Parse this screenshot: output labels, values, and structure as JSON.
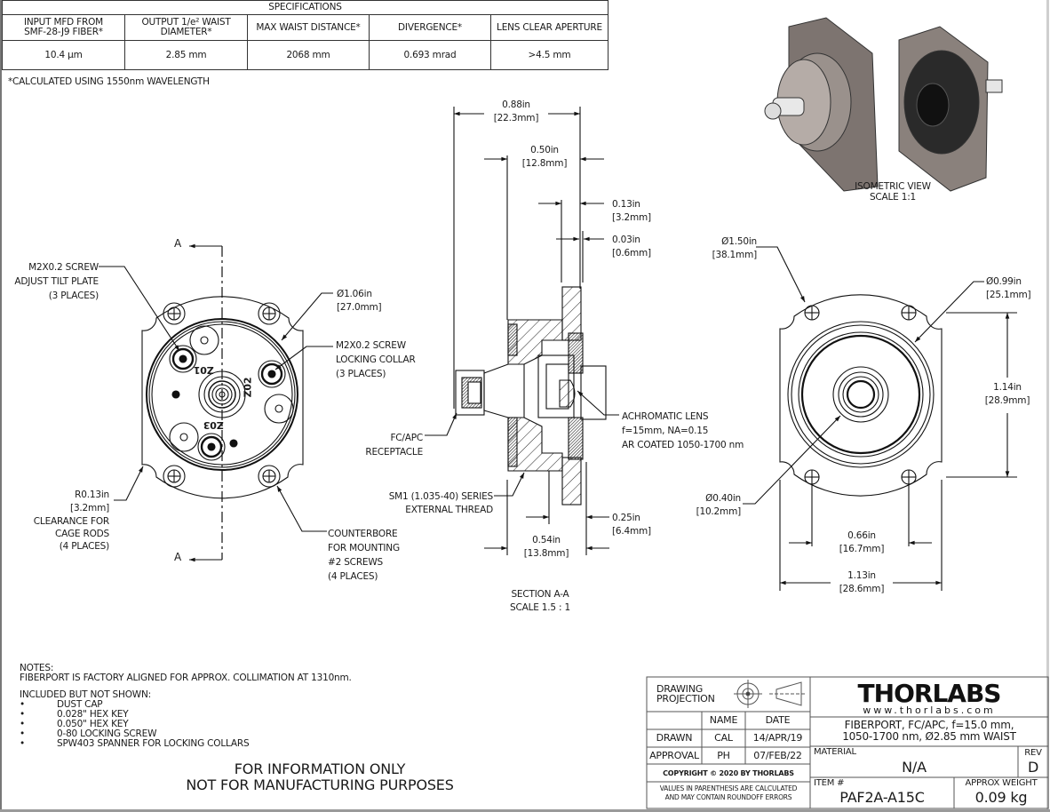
{
  "specifications": {
    "title": "SPECIFICATIONS",
    "columns": [
      {
        "header_line1": "INPUT MFD FROM",
        "header_line2": "SMF-28-J9 FIBER*",
        "value": "10.4 µm"
      },
      {
        "header_line1": "OUTPUT 1/e² WAIST",
        "header_line2": "DIAMETER*",
        "value": "2.85 mm"
      },
      {
        "header_line1": "MAX WAIST DISTANCE*",
        "header_line2": "",
        "value": "2068 mm"
      },
      {
        "header_line1": "DIVERGENCE*",
        "header_line2": "",
        "value": "0.693 mrad"
      },
      {
        "header_line1": "LENS CLEAR APERTURE",
        "header_line2": "",
        "value": ">4.5 mm"
      }
    ],
    "footnote": "*CALCULATED USING 1550nm WAVELENGTH"
  },
  "front_view": {
    "section_marker": "A",
    "callouts": {
      "tilt_screw": [
        "M2X0.2 SCREW",
        "ADJUST TILT PLATE",
        "(3 PLACES)"
      ],
      "diameter": [
        "Ø1.06in",
        "[27.0mm]"
      ],
      "locking_screw": [
        "M2X0.2 SCREW",
        "LOCKING COLLAR",
        "(3 PLACES)"
      ],
      "radius": [
        "R0.13in",
        "[3.2mm]",
        "CLEARANCE FOR",
        "CAGE RODS",
        "(4 PLACES)"
      ],
      "counterbore": [
        "COUNTERBORE",
        "FOR MOUNTING",
        "#2 SCREWS",
        "(4 PLACES)"
      ]
    },
    "engravings": [
      "Z01",
      "Z02",
      "Z03"
    ]
  },
  "section_view": {
    "dims": {
      "overall": [
        "0.88in",
        "[22.3mm]"
      ],
      "d050": [
        "0.50in",
        "[12.8mm]"
      ],
      "d013": [
        "0.13in",
        "[3.2mm]"
      ],
      "d003": [
        "0.03in",
        "[0.6mm]"
      ],
      "d054": [
        "0.54in",
        "[13.8mm]"
      ],
      "d025": [
        "0.25in",
        "[6.4mm]"
      ]
    },
    "callouts": {
      "receptacle": [
        "FC/APC",
        "RECEPTACLE"
      ],
      "thread": [
        "SM1 (1.035-40) SERIES",
        "EXTERNAL THREAD"
      ],
      "lens": [
        "ACHROMATIC LENS",
        "f=15mm, NA=0.15",
        "AR COATED 1050-1700 nm"
      ]
    },
    "caption": [
      "SECTION A-A",
      "SCALE 1.5 : 1"
    ]
  },
  "back_view": {
    "dims": {
      "d150": [
        "Ø1.50in",
        "[38.1mm]"
      ],
      "d099": [
        "Ø0.99in",
        "[25.1mm]"
      ],
      "d114": [
        "1.14in",
        "[28.9mm]"
      ],
      "d040": [
        "Ø0.40in",
        "[10.2mm]"
      ],
      "d066": [
        "0.66in",
        "[16.7mm]"
      ],
      "d113": [
        "1.13in",
        "[28.6mm]"
      ]
    }
  },
  "isometric": {
    "caption": [
      "ISOMETRIC VIEW",
      "SCALE 1:1"
    ]
  },
  "notes": {
    "heading": "NOTES:",
    "line1": "FIBERPORT IS FACTORY ALIGNED FOR APPROX. COLLIMATION AT 1310nm.",
    "included_heading": "INCLUDED BUT NOT SHOWN:",
    "items": [
      "DUST CAP",
      "0.028\" HEX KEY",
      "0.050\" HEX KEY",
      "0-80 LOCKING SCREW",
      "SPW403 SPANNER FOR LOCKING COLLARS"
    ],
    "disclaimer1": "FOR INFORMATION ONLY",
    "disclaimer2": "NOT FOR MANUFACTURING PURPOSES"
  },
  "title_block": {
    "drawing_projection": [
      "DRAWING",
      "PROJECTION"
    ],
    "name_header": "NAME",
    "date_header": "DATE",
    "drawn_label": "DRAWN",
    "drawn_name": "CAL",
    "drawn_date": "14/APR/19",
    "approval_label": "APPROVAL",
    "approval_name": "PH",
    "approval_date": "07/FEB/22",
    "copyright": "COPYRIGHT © 2020 BY THORLABS",
    "values_note": [
      "VALUES IN PARENTHESIS ARE CALCULATED",
      "AND MAY CONTAIN ROUNDOFF ERRORS"
    ],
    "logo_solid": "THOR",
    "logo_hollow": "LABS",
    "website": "www.thorlabs.com",
    "description": [
      "FIBERPORT, FC/APC, f=15.0 mm,",
      "1050-1700 nm, Ø2.85 mm WAIST"
    ],
    "material_label": "MATERIAL",
    "material_value": "N/A",
    "rev_label": "REV",
    "rev_value": "D",
    "item_label": "ITEM #",
    "item_value": "PAF2A-A15C",
    "weight_label": "APPROX WEIGHT",
    "weight_value": "0.09 kg"
  }
}
